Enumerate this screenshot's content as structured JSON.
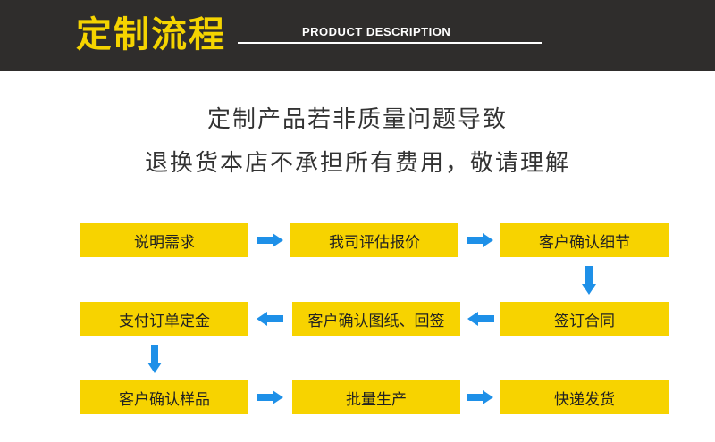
{
  "header": {
    "title": "定制流程",
    "subtitle": "PRODUCT DESCRIPTION"
  },
  "notice": {
    "line1": "定制产品若非质量问题导致",
    "line2": "退换货本店不承担所有费用，敬请理解"
  },
  "colors": {
    "header_bg": "#2f2d2c",
    "title": "#f5d400",
    "step_bg": "#f7d300",
    "arrow": "#1e90e8"
  },
  "steps": [
    {
      "label": "说明需求"
    },
    {
      "label": "我司评估报价"
    },
    {
      "label": "客户确认细节"
    },
    {
      "label": "签订合同"
    },
    {
      "label": "客户确认图纸、回签"
    },
    {
      "label": "支付订单定金"
    },
    {
      "label": "客户确认样品"
    },
    {
      "label": "批量生产"
    },
    {
      "label": "快递发货"
    }
  ]
}
